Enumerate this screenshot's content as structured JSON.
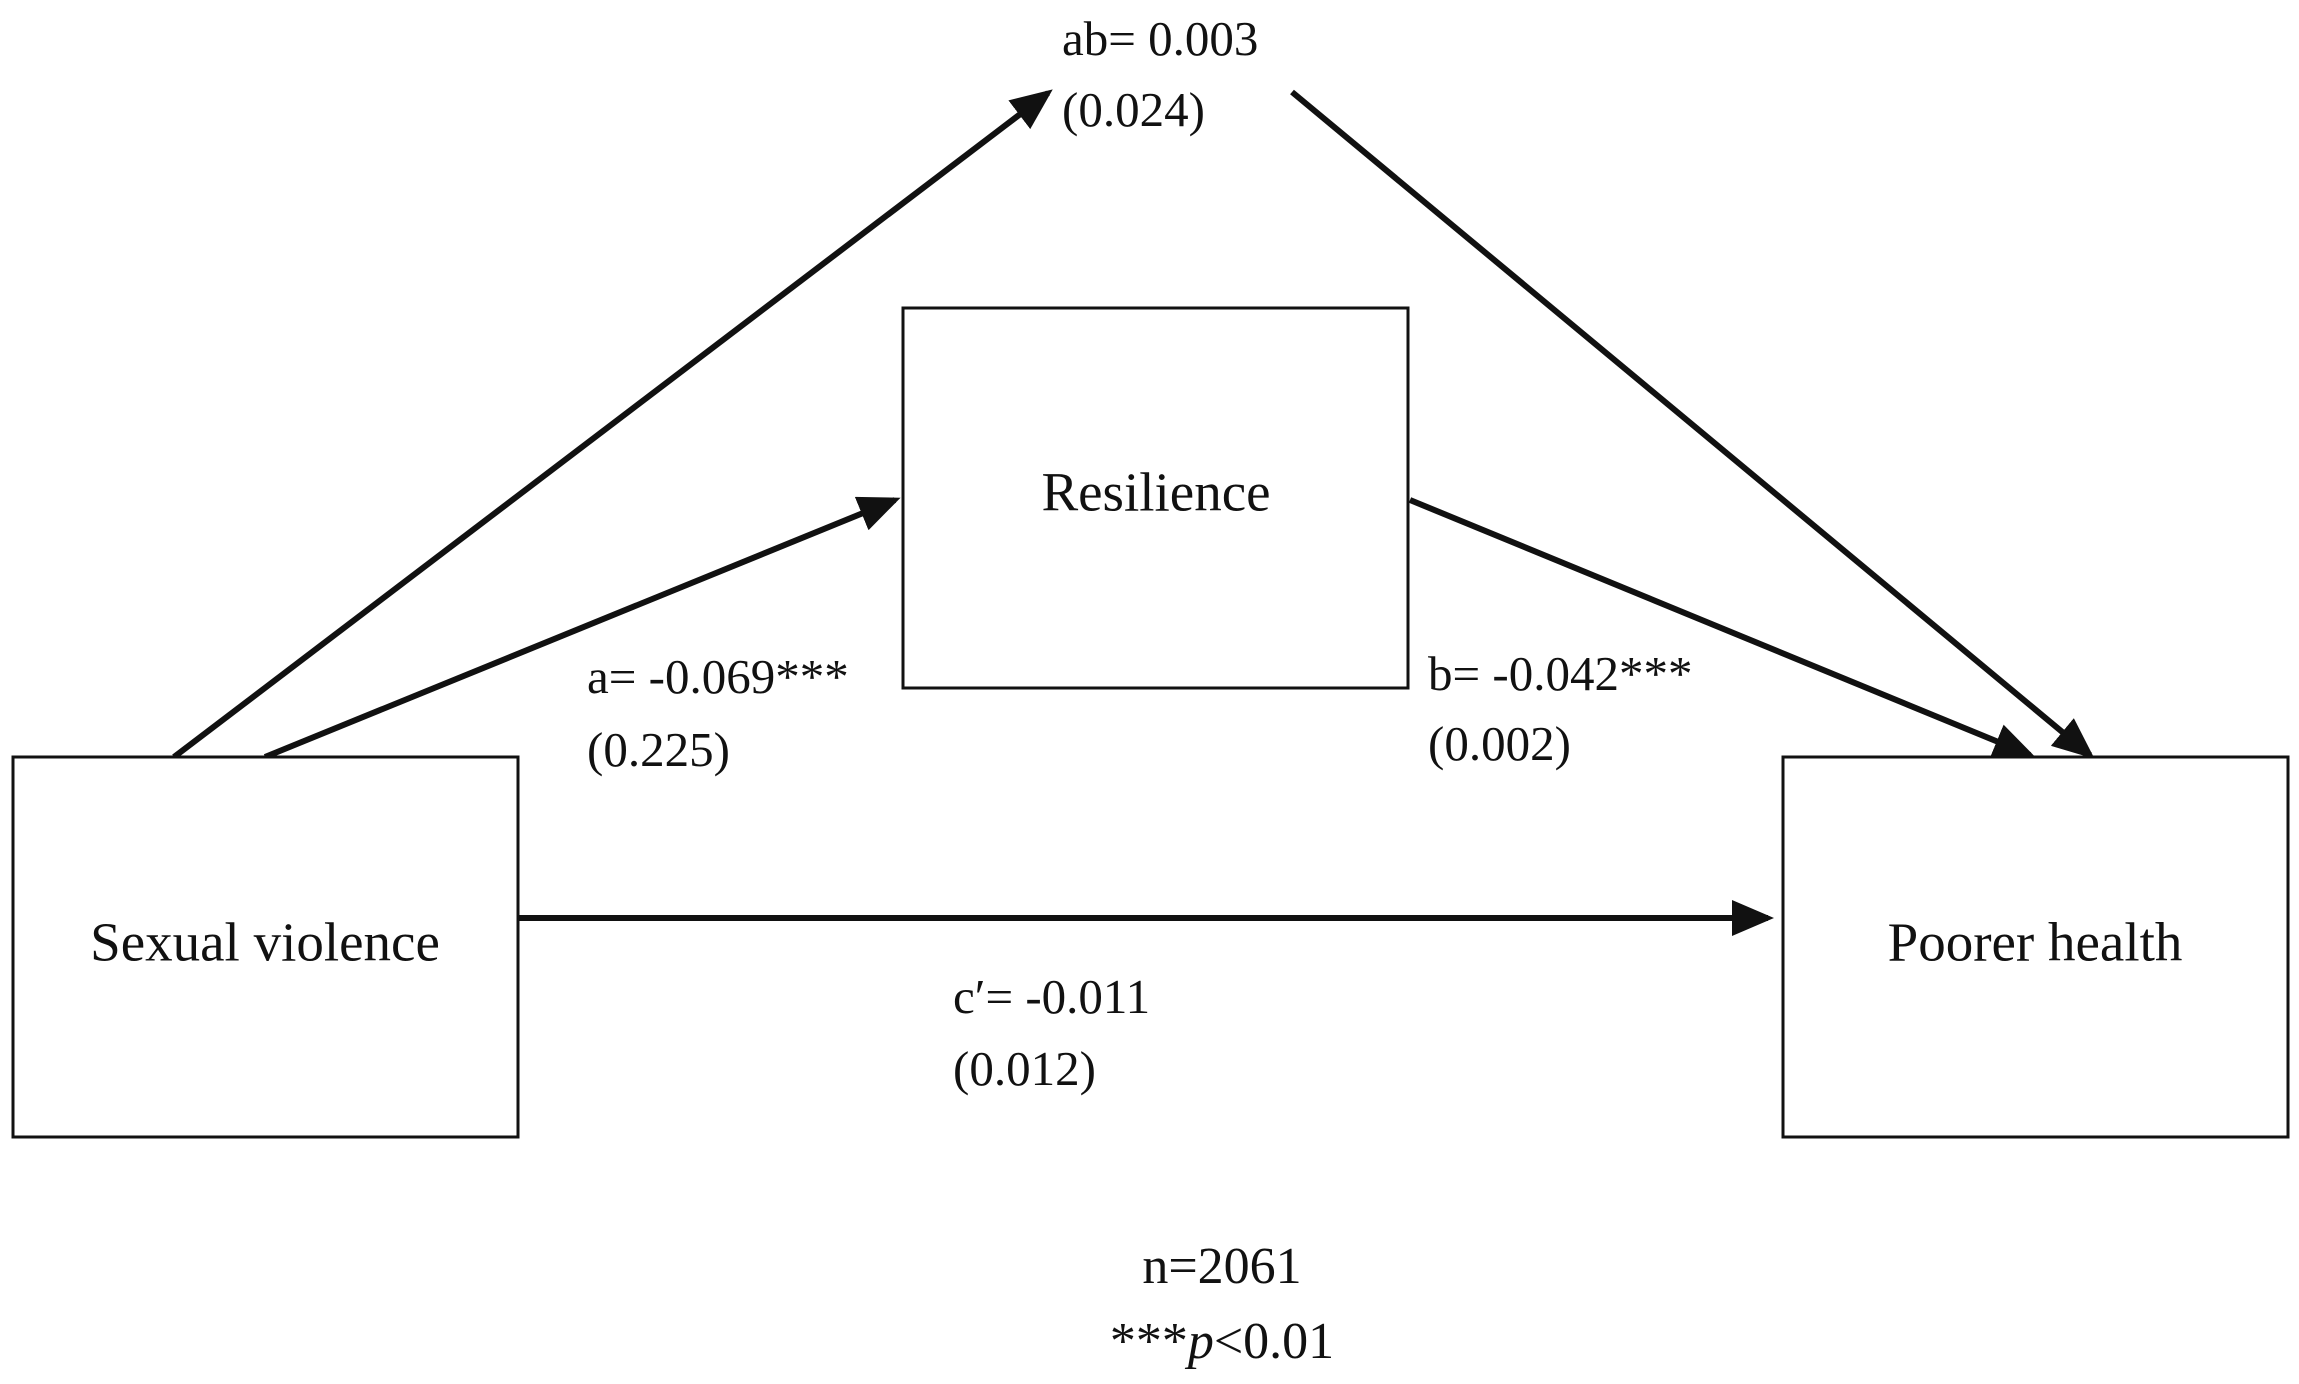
{
  "nodes": {
    "sexual_violence": "Sexual violence",
    "resilience": "Resilience",
    "poorer_health": "Poorer health"
  },
  "paths": {
    "ab": {
      "label": "ab= 0.003",
      "se": "(0.024)"
    },
    "a": {
      "label": "a= -0.069***",
      "se": "(0.225)"
    },
    "b": {
      "label": "b= -0.042***",
      "se": "(0.002)"
    },
    "c_prime": {
      "label": "c′= -0.011",
      "se": "(0.012)"
    }
  },
  "footnote": {
    "n": "n=2061",
    "sig_stars": "***",
    "sig_p": "p",
    "sig_threshold": "<0.01"
  }
}
